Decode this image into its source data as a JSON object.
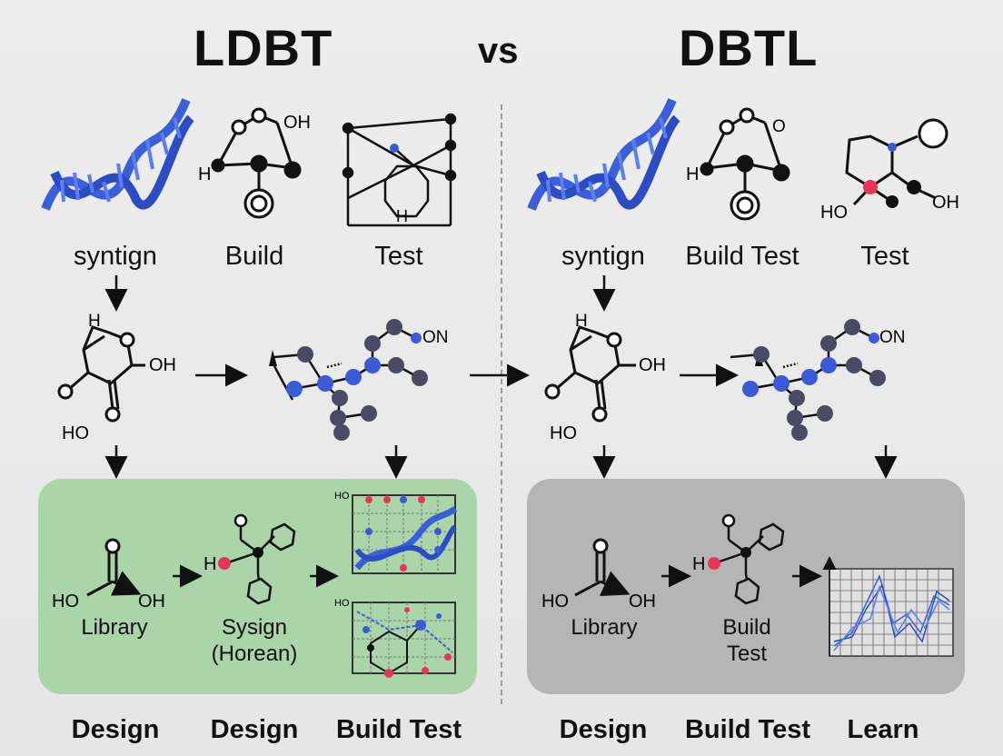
{
  "header": {
    "left_title": "LDBT",
    "vs": "vs",
    "right_title": "DBTL"
  },
  "left": {
    "top_labels": [
      "syntign",
      "Build",
      "Test"
    ],
    "panel_labels": [
      "Library",
      "Sysign\n(Horean)"
    ],
    "bottom_labels": [
      "Design",
      "Design",
      "Build Test"
    ]
  },
  "right": {
    "top_labels": [
      "syntign",
      "Build Test",
      "Test"
    ],
    "panel_labels": [
      "Library",
      "Build\nTest"
    ],
    "bottom_labels": [
      "Design",
      "Build Test",
      "Learn"
    ]
  },
  "atoms": {
    "oh": "OH",
    "h": "H",
    "ho": "HO",
    "on": "ON",
    "o": "O"
  },
  "colors": {
    "left_panel": "#a9d5a9",
    "right_panel": "#b5b5b5",
    "dna_blue": "#3a5fd8",
    "node_blue": "#3b5bd6",
    "node_dark": "#4a4a64",
    "accent_red": "#e8355a"
  }
}
